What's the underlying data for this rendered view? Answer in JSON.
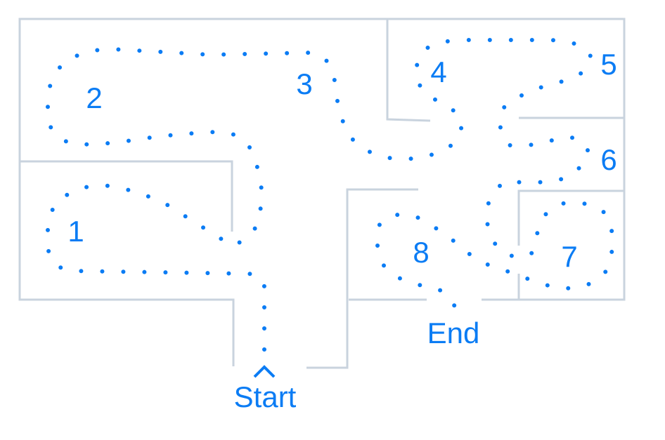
{
  "rooms": [
    {
      "label": "1"
    },
    {
      "label": "2"
    },
    {
      "label": "3"
    },
    {
      "label": "4"
    },
    {
      "label": "5"
    },
    {
      "label": "6"
    },
    {
      "label": "7"
    },
    {
      "label": "8"
    }
  ],
  "start_label": "Start",
  "end_label": "End",
  "colors": {
    "route": "#0b7cf4",
    "walls": "#c9d3de"
  }
}
